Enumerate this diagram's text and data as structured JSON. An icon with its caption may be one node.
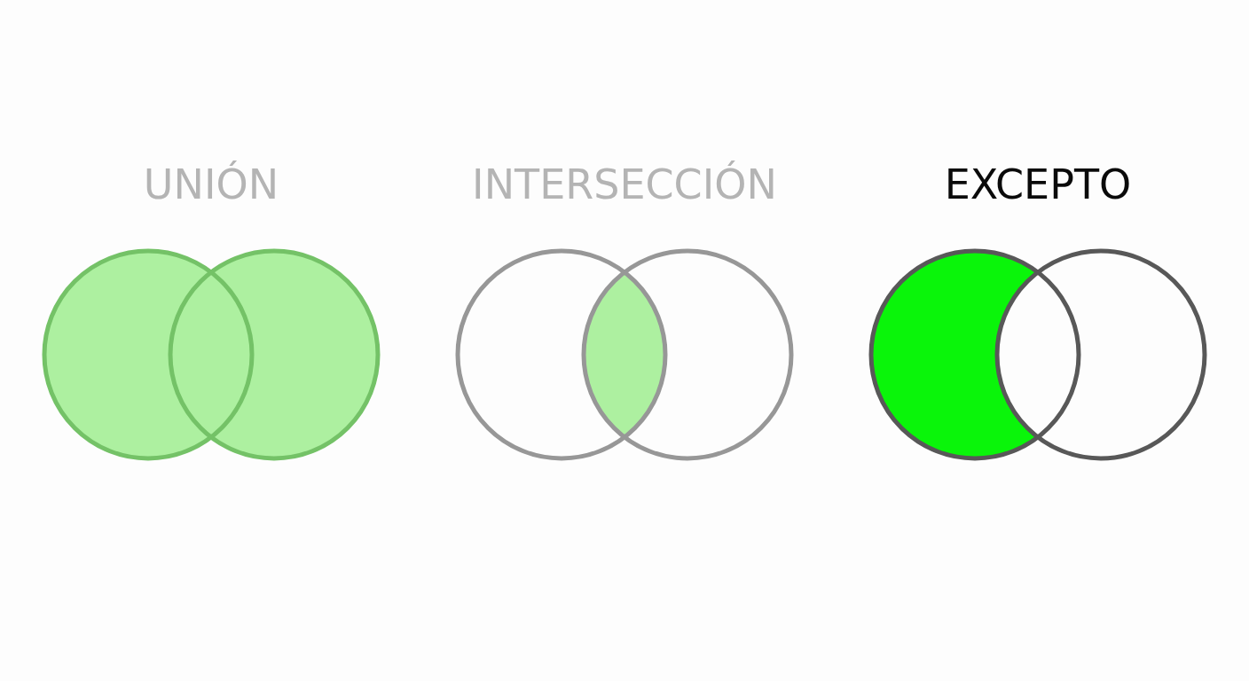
{
  "diagram": {
    "labels": [
      "UNIÓN",
      "INTERSECCIÓN",
      "EXCEPTO"
    ]
  }
}
